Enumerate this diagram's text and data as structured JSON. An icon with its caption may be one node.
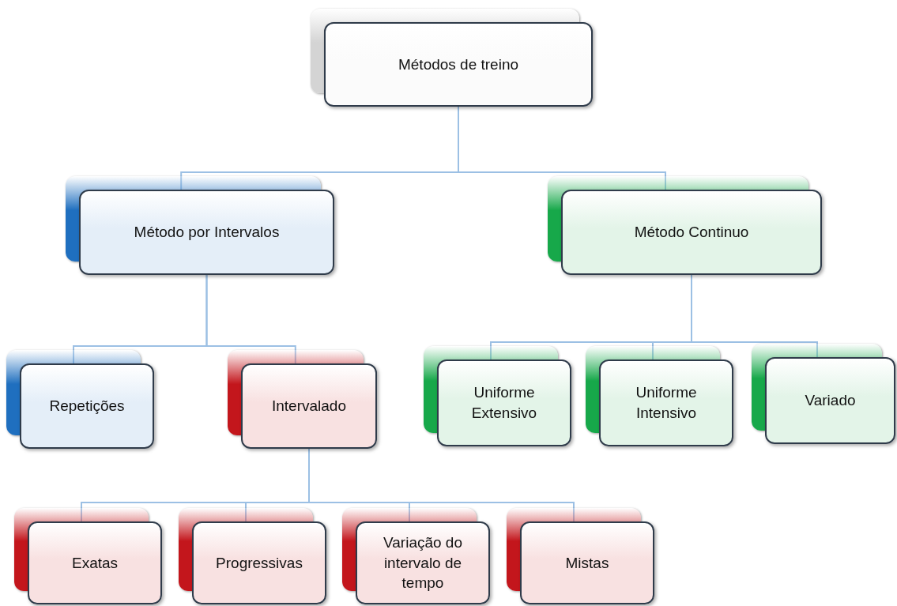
{
  "diagram": {
    "nodes": [
      {
        "text": [
          "Métodos de treino"
        ]
      },
      {
        "text": [
          "Método por Intervalos"
        ]
      },
      {
        "text": [
          "Método Continuo"
        ]
      },
      {
        "text": [
          "Repetições"
        ]
      },
      {
        "text": [
          "Intervalado"
        ]
      },
      {
        "text": [
          "Uniforme Extensivo"
        ]
      },
      {
        "text": [
          "Uniforme Intensivo"
        ]
      },
      {
        "text": [
          "Variado"
        ]
      },
      {
        "text": [
          "Exatas"
        ]
      },
      {
        "text": [
          "Progressivas"
        ]
      },
      {
        "text": [
          "Variação do intervalo de tempo"
        ]
      },
      {
        "text": [
          "Mistas"
        ]
      }
    ],
    "edges": [
      {
        "from": 0,
        "to": 1,
        "arrow": "none"
      },
      {
        "from": 0,
        "to": 2,
        "arrow": "none"
      },
      {
        "from": 1,
        "to": 3,
        "arrow": "none"
      },
      {
        "from": 1,
        "to": 4,
        "arrow": "none"
      },
      {
        "from": 2,
        "to": 5,
        "arrow": "none"
      },
      {
        "from": 2,
        "to": 6,
        "arrow": "none"
      },
      {
        "from": 2,
        "to": 7,
        "arrow": "none"
      },
      {
        "from": 4,
        "to": 8,
        "arrow": "none"
      },
      {
        "from": 4,
        "to": 9,
        "arrow": "none"
      },
      {
        "from": 4,
        "to": 10,
        "arrow": "none"
      },
      {
        "from": 4,
        "to": 11,
        "arrow": "none"
      }
    ]
  }
}
